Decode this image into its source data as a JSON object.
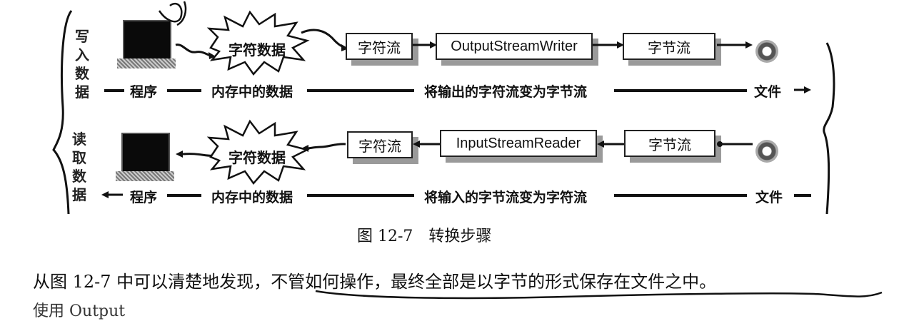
{
  "figure": {
    "write_row": {
      "side_label": "写入数据",
      "burst_label": "字符数据",
      "boxes": [
        "字符流",
        "OutputStreamWriter",
        "字节流"
      ],
      "bottom_labels": {
        "program": "程序",
        "memory": "内存中的数据",
        "conversion": "将输出的字符流变为字节流",
        "file": "文件"
      },
      "direction": "right"
    },
    "read_row": {
      "side_label": "读取数据",
      "burst_label": "字符数据",
      "boxes": [
        "字符流",
        "InputStreamReader",
        "字节流"
      ],
      "bottom_labels": {
        "program": "程序",
        "memory": "内存中的数据",
        "conversion": "将输入的字节流变为字符流",
        "file": "文件"
      },
      "direction": "left"
    },
    "icons": {
      "program": "laptop-icon",
      "file": "gear-file-icon"
    }
  },
  "caption": "图 12-7　转换步骤",
  "body": {
    "line1_plain": "从图 12-7 中可以清楚地发现，",
    "line1_underlined": "不管如何操作，最终全部是以字节的形式保存在文件之中。",
    "line2_partial": "使用 Output"
  }
}
